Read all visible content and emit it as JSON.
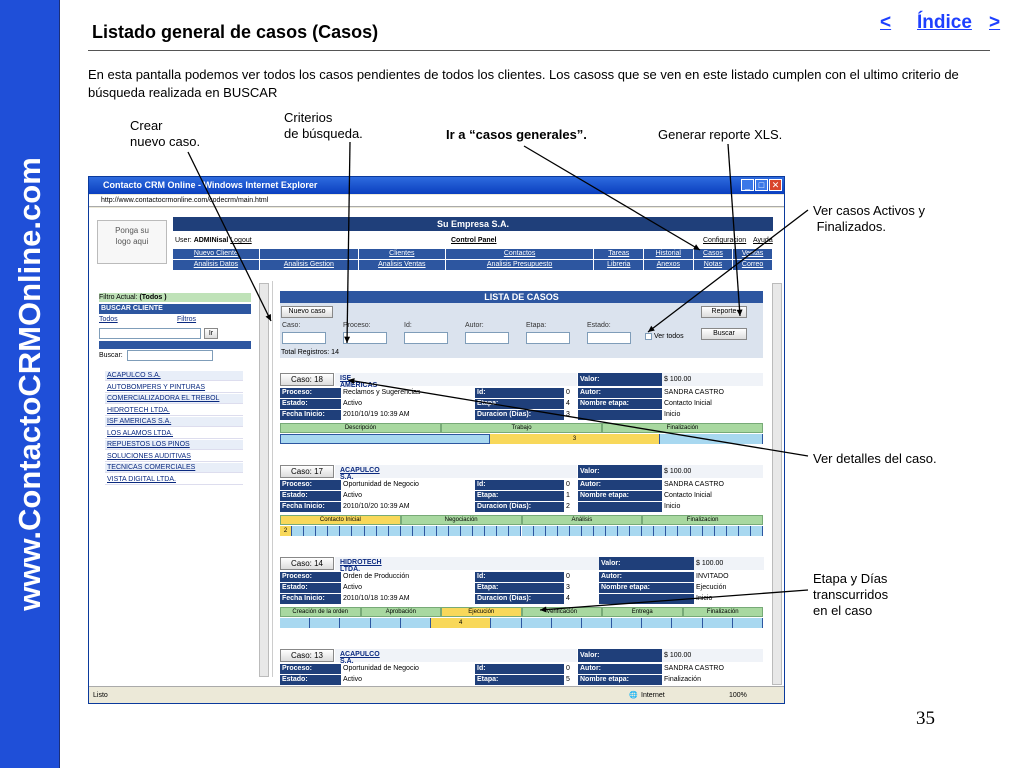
{
  "sidebar": {
    "site": "www.ContactoCRMOnline.com"
  },
  "header": {
    "title": "Listado general de casos (Casos)",
    "prev": "<",
    "index": "Índice",
    "next": ">"
  },
  "intro": "En esta pantalla podemos ver todos los casos pendientes de todos los clientes. Los casoss que se ven en este listado cumplen con el ultimo criterio de búsqueda realizada en BUSCAR",
  "callouts": {
    "crear": "Crear\nnuevo caso.",
    "criterios": "Criterios\nde búsqueda.",
    "generales": "Ir a “casos generales”.",
    "reporte": "Generar reporte XLS.",
    "activos": "Ver casos Activos y\n Finalizados.",
    "detalles": "Ver detalles del caso.",
    "etapa": "Etapa y Días\ntranscurridos\nen el caso"
  },
  "page_number": "35",
  "browser": {
    "title": "Contacto CRM Online - Windows Internet Explorer",
    "address": "http://www.contactocrmonline.com/codecrm/main.html",
    "status_left": "Listo",
    "status_zone": "Internet",
    "zoom": "100%"
  },
  "app": {
    "logo": "Ponga su\nlogo aqui",
    "company": "Su Empresa S.A.",
    "user_label": "User:",
    "user": "ADMINisal",
    "logout": "Logout",
    "control_panel": "Control Panel",
    "config": "Configuracion",
    "help": "Ayuda",
    "menu_row1": [
      "Nuevo Cliente",
      "",
      "Clientes",
      "Contactos",
      "Tareas",
      "Historial",
      "Casos",
      "Ventas"
    ],
    "menu_row2": [
      "Analisis Datos",
      "Analisis Gestion",
      "Analisis Ventas",
      "Analisis Presupuesto",
      "Libreria",
      "Anexos",
      "Notas",
      "Correo"
    ],
    "filter_label": "Filtro Actual:",
    "filter_value": "(Todos )",
    "buscar_cliente": "BUSCAR CLIENTE",
    "todos": "Todos",
    "filtros": "Filtros",
    "ir": "Ir",
    "buscar_label": "Buscar:",
    "clients": [
      "ACAPULCO S.A.",
      "AUTOBOMPERS Y PINTURAS",
      "COMERCIALIZADORA EL TREBOL",
      "HIDROTECH LTDA.",
      "ISF AMERICAS S.A.",
      "LOS ALAMOS LTDA.",
      "REPUESTOS LOS PINOS",
      "SOLUCIONES AUDITIVAS",
      "TECNICAS COMERCIALES",
      "VISTA DIGITAL LTDA."
    ]
  },
  "list": {
    "heading": "LISTA DE CASOS",
    "nuevo": "Nuevo caso",
    "reporte": "Reporte",
    "buscar": "Buscar",
    "labels": [
      "Caso:",
      "Proceso:",
      "Id:",
      "Autor:",
      "Etapa:",
      "Estado:"
    ],
    "ver_todos": "Ver todos",
    "total": "Total Registros: 14"
  },
  "keys": {
    "proceso": "Proceso:",
    "estado": "Estado:",
    "fecha": "Fecha Inicio:",
    "id": "Id:",
    "etapa": "Etapa:",
    "duracion": "Duracion (Dias):",
    "valor": "Valor:",
    "autor": "Autor:",
    "nombre_etapa": "Nombre etapa:"
  },
  "cases": [
    {
      "caso": "Caso: 18",
      "cliente": "ISF AMERICAS S.A.",
      "valor": "$ 100.00",
      "proceso": "Reclamos y Sugerencias",
      "id": "0",
      "autor": "SANDRA CASTRO",
      "estado": "Activo",
      "etapa": "4",
      "nombre_etapa": "Contacto Inicial",
      "fecha": "2010/10/19 10:39 AM",
      "duracion": "3",
      "inicio": "Inicio",
      "stages": [
        "Descripción",
        "Trabajo",
        "Finalización"
      ],
      "cur_stage": -1,
      "prog": "3"
    },
    {
      "caso": "Caso: 17",
      "cliente": "ACAPULCO S.A.",
      "valor": "$ 100.00",
      "proceso": "Oportunidad de Negocio",
      "id": "0",
      "autor": "SANDRA CASTRO",
      "estado": "Activo",
      "etapa": "1",
      "nombre_etapa": "Contacto Inicial",
      "fecha": "2010/10/20 10:39 AM",
      "duracion": "2",
      "inicio": "Inicio",
      "stages": [
        "Contacto Inicial",
        "Negociación",
        "Análisis",
        "Finalizacion"
      ],
      "cur_stage": 0,
      "prog": "2"
    },
    {
      "caso": "Caso: 14",
      "cliente": "HIDROTECH LTDA.",
      "valor": "$ 100.00",
      "proceso": "Orden de Producción",
      "id": "0",
      "autor": "INVITADO",
      "estado": "Activo",
      "etapa": "3",
      "nombre_etapa": "Ejecución",
      "fecha": "2010/10/18 10:39 AM",
      "duracion": "4",
      "inicio": "Inicio",
      "stages": [
        "Creación de la orden",
        "Aprobación",
        "Ejecución",
        "Verificación",
        "Entrega",
        "Finalización"
      ],
      "cur_stage": 2,
      "prog": "4"
    },
    {
      "caso": "Caso: 13",
      "cliente": "ACAPULCO S.A.",
      "valor": "$ 100.00",
      "proceso": "Oportunidad de Negocio",
      "id": "0",
      "autor": "SANDRA CASTRO",
      "estado": "Activo",
      "etapa": "5",
      "nombre_etapa": "Finalización",
      "fecha": "",
      "duracion": "",
      "inicio": "",
      "stages": [],
      "cur_stage": -1,
      "prog": ""
    }
  ]
}
